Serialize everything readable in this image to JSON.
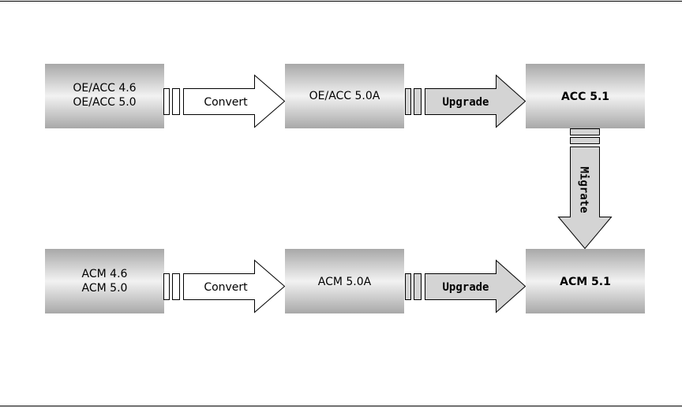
{
  "boxes": {
    "row1_source": {
      "lines": [
        "OE/ACC 4.6",
        "OE/ACC 5.0"
      ]
    },
    "row1_mid": {
      "lines": [
        "OE/ACC 5.0A"
      ]
    },
    "row1_target": {
      "lines": [
        "ACC 5.1"
      ]
    },
    "row2_source": {
      "lines": [
        "ACM 4.6",
        "ACM 5.0"
      ]
    },
    "row2_mid": {
      "lines": [
        "ACM 5.0A"
      ]
    },
    "row2_target": {
      "lines": [
        "ACM 5.1"
      ]
    }
  },
  "arrows": {
    "row1_convert": "Convert",
    "row1_upgrade": "Upgrade",
    "migrate": "Migrate",
    "row2_convert": "Convert",
    "row2_upgrade": "Upgrade"
  },
  "colors": {
    "box_gradient_edge": "#a8a8a8",
    "box_gradient_center": "#f2f2f2",
    "arrow_white": "#ffffff",
    "arrow_gray": "#d4d4d4",
    "stroke": "#000000"
  }
}
